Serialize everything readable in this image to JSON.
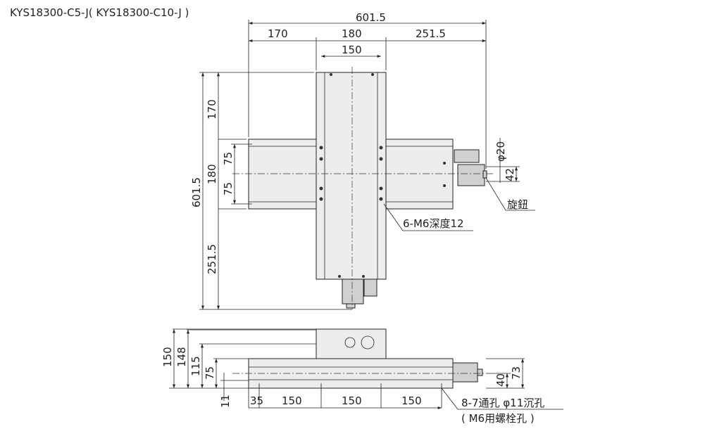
{
  "title": "KYS18300-C5-J( KYS18300-C10-J )",
  "top_view": {
    "overall_width": "601.5",
    "width_segments": [
      "170",
      "180",
      "251.5"
    ],
    "table_width": "150",
    "overall_height": "601.5",
    "height_segments": [
      "170",
      "180",
      "251.5"
    ],
    "center_offsets": [
      "75",
      "75"
    ],
    "knob_diameter": "φ20",
    "knob_height": "42",
    "knob_label": "旋鈕",
    "tapped_holes_label": "6-M6深度12"
  },
  "side_view": {
    "heights": [
      "150",
      "148",
      "115",
      "75",
      "11"
    ],
    "pitch": [
      "35",
      "150",
      "150",
      "150"
    ],
    "right_heights": [
      "40",
      "73"
    ],
    "holes_label": "8-7通孔 φ11沉孔",
    "holes_sub_label": "( M6用螺栓孔 )"
  }
}
